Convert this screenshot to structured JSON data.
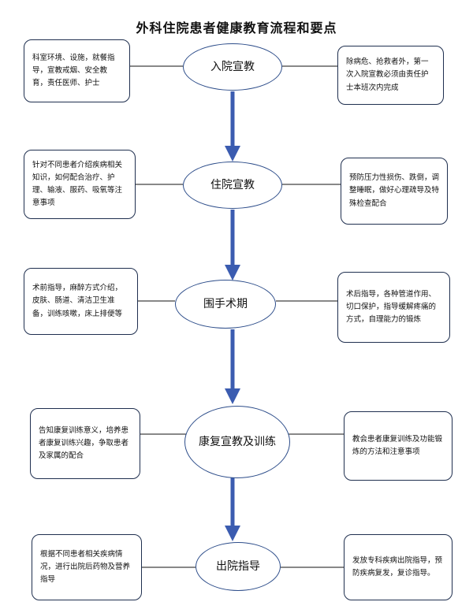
{
  "title": "外科住院患者健康教育流程和要点",
  "stages": [
    {
      "label": "入院宣教",
      "left_note": "科室环境、设施，就餐指导，宣教戒烟、安全教育，责任医师、护士",
      "right_note": "除病危、抢救者外，第一次入院宣教必须由责任护士本班次内完成"
    },
    {
      "label": "住院宣教",
      "left_note": "针对不同患者介绍疾病相关知识，如何配合治疗、护理、输液、服药、吸氧等注意事项",
      "right_note": "预防压力性损伤、跌倒，调整睡眠，做好心理疏导及特殊检查配合"
    },
    {
      "label": "围手术期",
      "left_note": "术前指导，麻醉方式介绍，皮肤、肠道、清洁卫生准备，训练咳嗽，床上排便等",
      "right_note": "术后指导，各种管道作用、切口保护，指导缓解疼痛的方式，自理能力的锻炼"
    },
    {
      "label": "康复宣教及训练",
      "left_note": "告知康复训练意义，培养患者康复训练兴趣，争取患者及家属的配合",
      "right_note": "教会患者康复训练及功能锻炼的方法和注意事项"
    },
    {
      "label": "出院指导",
      "left_note": "根据不同患者相关疾病情况，进行出院后药物及营养指导",
      "right_note": "发放专科疾病出院指导，预防疾病复发，复诊指导。"
    }
  ],
  "colors": {
    "arrow": "#3b5cb0",
    "border": "#1f2f4f"
  }
}
